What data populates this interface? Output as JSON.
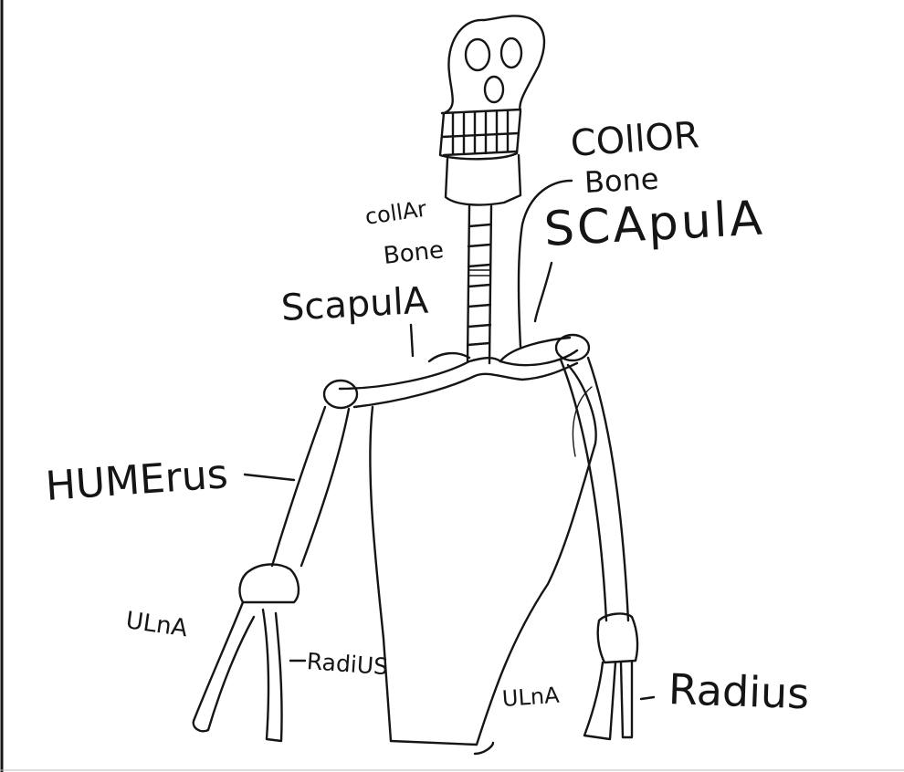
{
  "labels": {
    "collor_r": "COllOR",
    "bone_r": "Bone",
    "scapula_r": "SCApulA",
    "collar_l": "collAr",
    "bone_l": "Bone",
    "scapula_l": "ScapulA",
    "humerus": "HUMErus",
    "ulna_l": "ULnA",
    "radius_l": "RadiUS",
    "ulna_r": "ULnA",
    "radius_r": "Radius"
  },
  "colors": {
    "ink": "#151515",
    "paper": "#ffffff"
  }
}
